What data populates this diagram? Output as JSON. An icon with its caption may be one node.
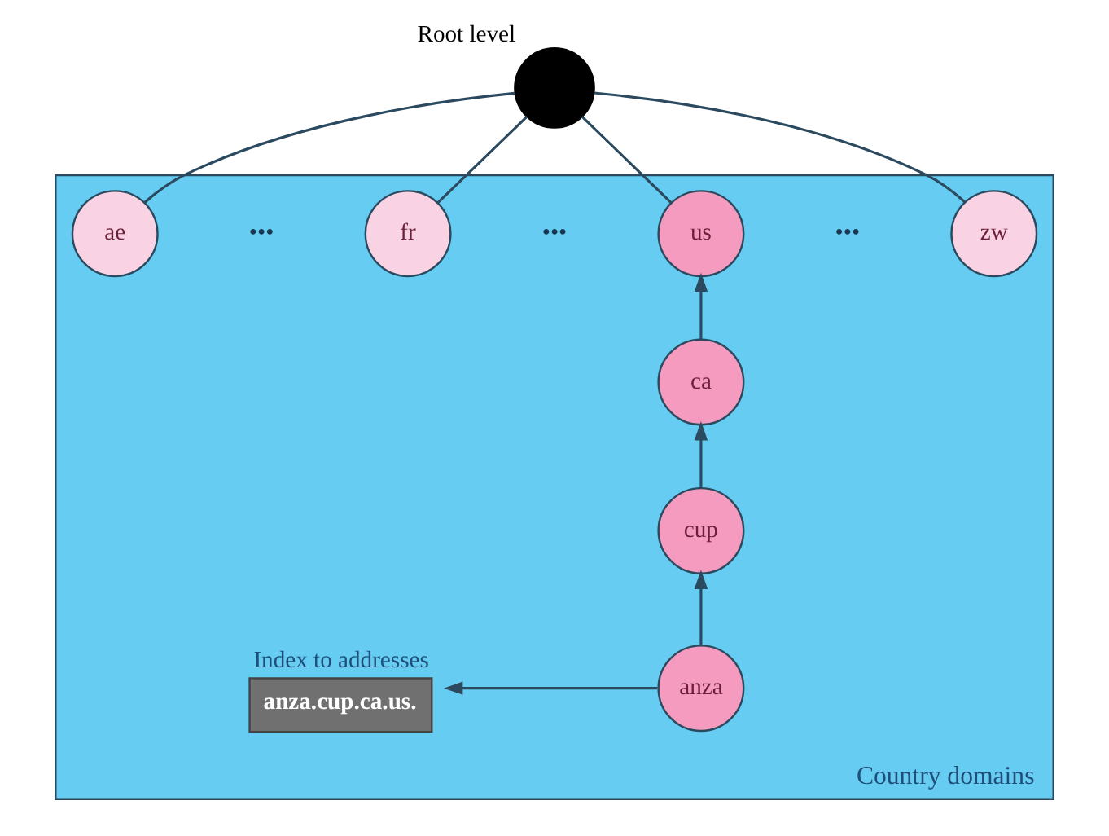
{
  "diagram": {
    "nodes": [
      {
        "text": [],
        "shape": "circle",
        "beside": [
          "Root level"
        ]
      },
      {
        "text": [
          "Country domains"
        ]
      },
      {
        "text": [
          "ae"
        ],
        "in": 1
      },
      {
        "text": [
          "fr"
        ],
        "in": 1
      },
      {
        "text": [
          "us"
        ],
        "in": 1
      },
      {
        "text": [
          "zw"
        ],
        "in": 1
      },
      {
        "text": [
          "ca"
        ],
        "in": 1
      },
      {
        "text": [
          "cup"
        ],
        "in": 1
      },
      {
        "text": [
          "anza"
        ],
        "in": 1
      },
      {
        "text": [
          "Index to addresses",
          "anza.cup.ca.us."
        ],
        "in": 1
      }
    ],
    "edges": [
      {
        "from": 0,
        "to": 2,
        "arrow": "none"
      },
      {
        "from": 0,
        "to": 3,
        "arrow": "none"
      },
      {
        "from": 0,
        "to": 4,
        "arrow": "none"
      },
      {
        "from": 0,
        "to": 5,
        "arrow": "none"
      },
      {
        "from": 6,
        "to": 4,
        "arrow": "to"
      },
      {
        "from": 7,
        "to": 6,
        "arrow": "to"
      },
      {
        "from": 8,
        "to": 7,
        "arrow": "to"
      },
      {
        "from": 8,
        "to": 9,
        "arrow": "to"
      }
    ],
    "labels": [
      "•••",
      "•••",
      "•••"
    ]
  }
}
